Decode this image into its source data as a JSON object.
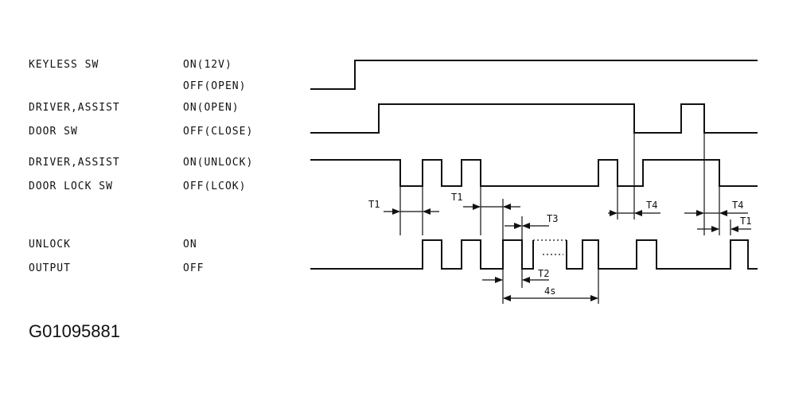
{
  "signals": [
    {
      "name": "KEYLESS SW",
      "state_high": "ON(12V)",
      "state_low": "OFF(OPEN)"
    },
    {
      "name_line1": "DRIVER,ASSIST",
      "name_line2": "DOOR SW",
      "state_high": "ON(OPEN)",
      "state_low": "OFF(CLOSE)"
    },
    {
      "name_line1": "DRIVER,ASSIST",
      "name_line2": "DOOR LOCK SW",
      "state_high": "ON(UNLOCK)",
      "state_low": "OFF(LCOK)"
    },
    {
      "name_line1": "UNLOCK",
      "name_line2": "OUTPUT",
      "state_high": "ON",
      "state_low": "OFF"
    }
  ],
  "timing_labels": {
    "t1_a": "T1",
    "t1_b": "T1",
    "t3": "T3",
    "t4_a": "T4",
    "t4_b": "T4",
    "t1_c": "T1",
    "t2": "T2",
    "t_total": "4s"
  },
  "figure_id": "G01095881"
}
